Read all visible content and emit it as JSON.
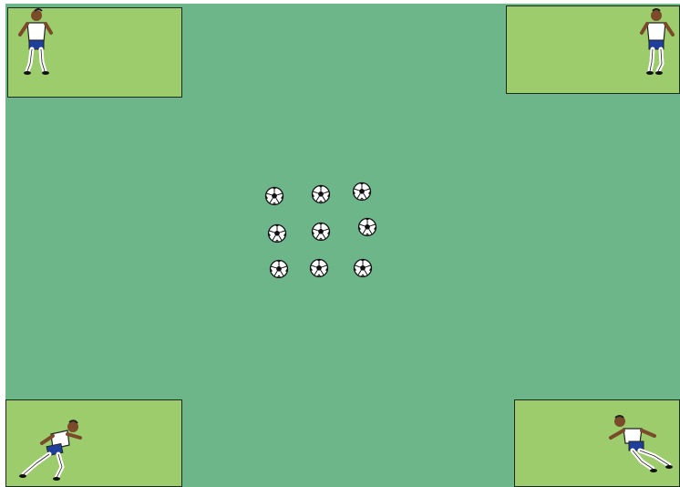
{
  "diagram": {
    "field_color": "#6db689",
    "zone_color": "#9ccc6b",
    "zone_count": 4,
    "ball_grid": {
      "rows": 3,
      "cols": 3,
      "count": 9
    },
    "players": [
      {
        "zone": "top-left",
        "pose": "standing"
      },
      {
        "zone": "top-right",
        "pose": "standing"
      },
      {
        "zone": "bottom-left",
        "pose": "running"
      },
      {
        "zone": "bottom-right",
        "pose": "running"
      }
    ],
    "kit": {
      "shirt": "#ffffff",
      "shorts": "#1f3f9a",
      "skin": "#7a4a2a"
    }
  }
}
